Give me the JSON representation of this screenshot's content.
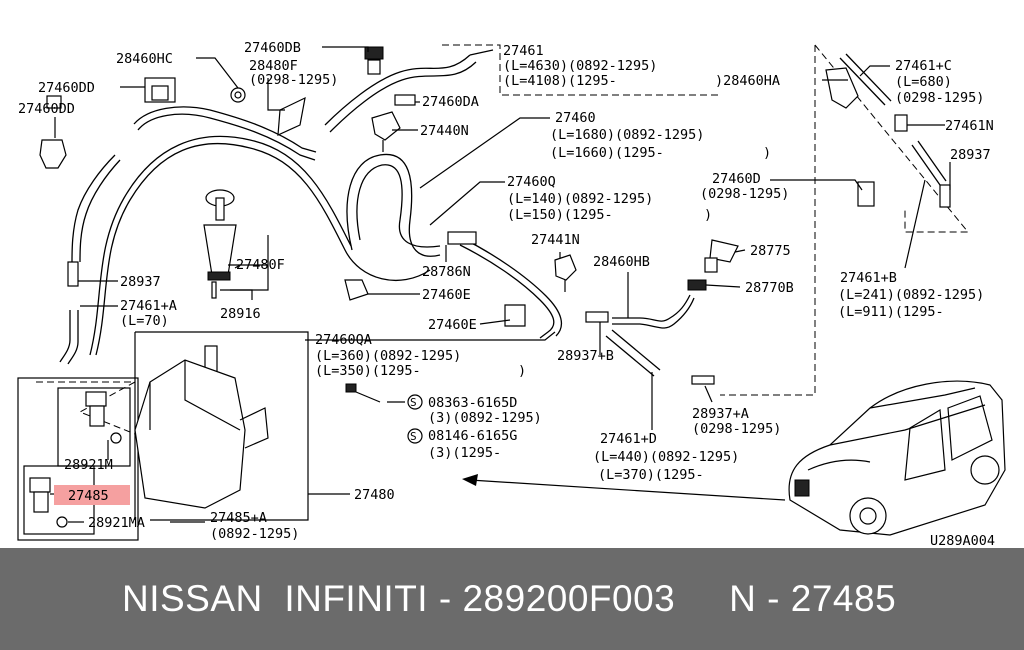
{
  "labels": {
    "p28460HC": "28460HC",
    "p27460DB": "27460DB",
    "p28480F": "28480F",
    "p28480F_date": "(0298-1295)",
    "p27461": "27461",
    "p27461_l1": "(L=4630)(0892-1295)",
    "p27461_l2": "(L=4108)(1295-",
    "p27460DD_a": "27460DD",
    "p27460DD_b": "27460DD",
    "p27460DA": "27460DA",
    "p28460HA": ")28460HA",
    "p27461C": "27461+C",
    "p27461C_l1": "(L=680)",
    "p27461C_l2": "(0298-1295)",
    "p27460": "27460",
    "p27460_l1": "(L=1680)(0892-1295)",
    "p27460_l2": "(L=1660)(1295-",
    "p27460_l2_end": ")",
    "p27440N": "27440N",
    "p27461N": "27461N",
    "p28937_top": "28937",
    "p27460D": "27460D",
    "p27460D_date": "(0298-1295)",
    "p27460Q": "27460Q",
    "p27460Q_l1": "(L=140)(0892-1295)",
    "p27460Q_l2": "(L=150)(1295-",
    "p27460Q_l2_end": ")",
    "p27441N": "27441N",
    "p28775": "28775",
    "p28460HB": "28460HB",
    "p28786N": "28786N",
    "p27480F": "27480F",
    "p28937_left": "28937",
    "p27460E_a": "27460E",
    "p28770B": "28770B",
    "p27461B": "27461+B",
    "p27461B_l1": "(L=241)(0892-1295)",
    "p27461B_l2": "(L=911)(1295-",
    "p27461A": "27461+A",
    "p27461A_l1": "(L=70)",
    "p28916": "28916",
    "p27460E_b": "27460E",
    "p27460QA": "27460QA",
    "p27460QA_l1": "(L=360)(0892-1295)",
    "p27460QA_l2": "(L=350)(1295-",
    "p27460QA_l2_end": ")",
    "p28937B": "28937+B",
    "s_symbol_1": "S",
    "p08363": "08363-6165D",
    "p08363_l": "(3)(0892-1295)",
    "s_symbol_2": "S",
    "p08146": "08146-6165G",
    "p08146_l": "(3)(1295-",
    "p28937A": "28937+A",
    "p28937A_date": "(0298-1295)",
    "p27461D": "27461+D",
    "p27461D_l1": "(L=440)(0892-1295)",
    "p27461D_l2": "(L=370)(1295-",
    "p28921M": "28921M",
    "p27485": "27485",
    "p27480": "27480",
    "p28921MA": "28921MA",
    "p27485A": "27485+A",
    "p27485A_date": "(0892-1295)",
    "figure_code": "U289A004"
  },
  "highlight_color": "#f5a0a0",
  "banner": {
    "text": "NISSAN  INFINITI - 289200F003     N - 27485",
    "background": "#6b6b6b",
    "color": "#ffffff"
  }
}
